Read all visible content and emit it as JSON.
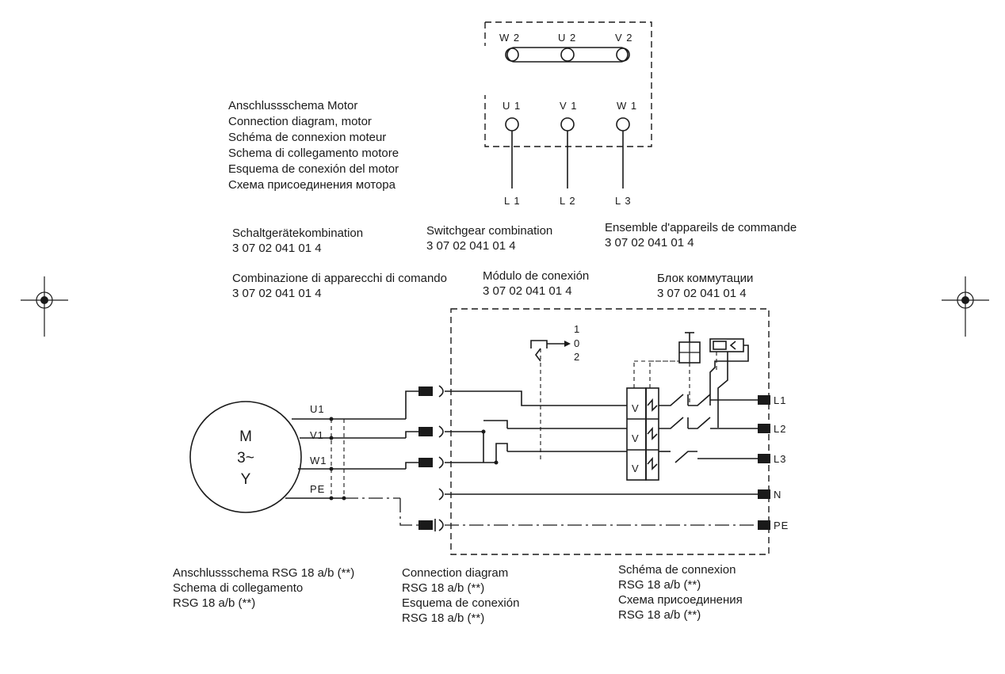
{
  "motor_terminals": {
    "top": [
      "W 2",
      "U 2",
      "V 2"
    ],
    "bottom": [
      "U 1",
      "V 1",
      "W 1"
    ],
    "lines": [
      "L 1",
      "L 2",
      "L 3"
    ]
  },
  "motor_caption": [
    "Anschlussschema Motor",
    "Connection diagram, motor",
    "Schéma de connexion moteur",
    "Schema di collegamento motore",
    "Esquema de conexión del motor",
    "Схема присоединения мотора"
  ],
  "switchgear": {
    "de": {
      "name": "Schaltgerätekombination",
      "code": "3 07 02 041 01 4"
    },
    "en": {
      "name": "Switchgear combination",
      "code": "3 07 02 041 01 4"
    },
    "fr": {
      "name": "Ensemble d'appareils de commande",
      "code": "3 07 02 041 01 4"
    },
    "it": {
      "name": "Combinazione di apparecchi di comando",
      "code": "3 07 02 041 01 4"
    },
    "es": {
      "name": "Módulo de conexión",
      "code": "3 07 02 041 01 4"
    },
    "ru": {
      "name": "Блок коммутации",
      "code": "3 07 02 041 01 4"
    }
  },
  "motor_symbol": {
    "line1": "M",
    "line2": "3~",
    "line3": "Y"
  },
  "motor_leads": [
    "U1",
    "V1",
    "W1",
    "PE"
  ],
  "selector_positions": [
    "1",
    "0",
    "2"
  ],
  "supply_terminals": [
    "L1",
    "L2",
    "L3",
    "N",
    "PE"
  ],
  "relay_mark": "V",
  "captions": {
    "left": [
      "Anschlussschema RSG 18 a/b (**)",
      "Schema di collegamento",
      "RSG 18 a/b (**)"
    ],
    "middle": [
      "Connection diagram",
      "RSG 18 a/b (**)",
      "Esquema de conexión",
      "RSG 18 a/b (**)"
    ],
    "right": [
      "Schéma de connexion",
      "RSG 18 a/b (**)",
      "Схема присоединения",
      "RSG 18 a/b (**)"
    ]
  }
}
